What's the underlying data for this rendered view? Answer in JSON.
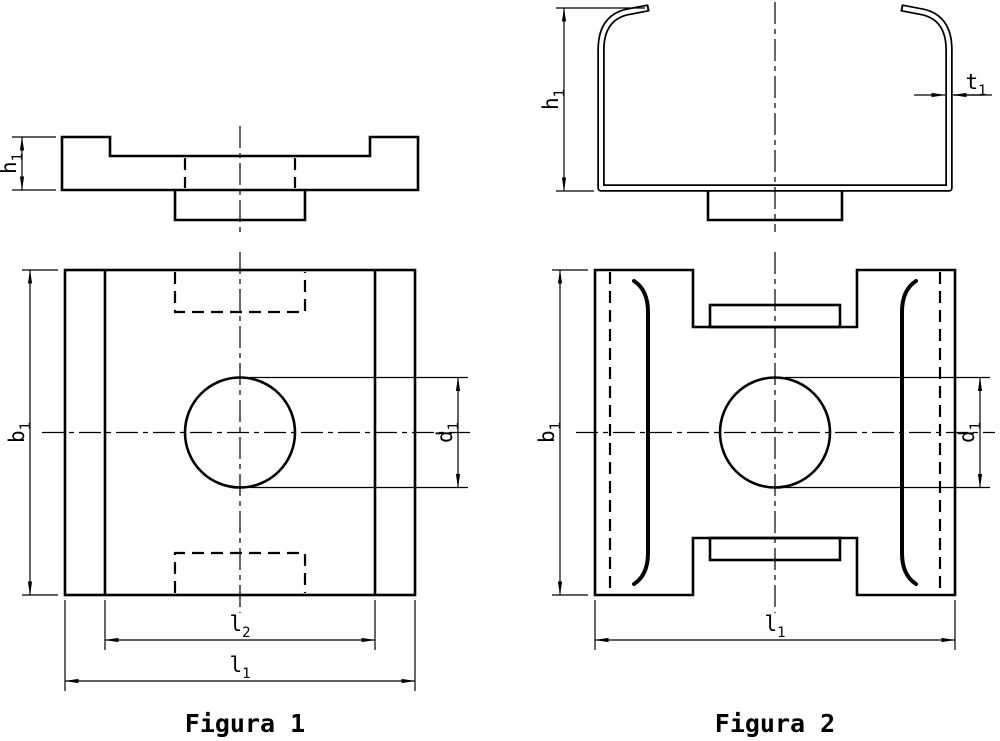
{
  "page": {
    "background": "#ffffff",
    "line_color": "#000000"
  },
  "figure1": {
    "caption": "Figura 1",
    "dimensions": {
      "h1": {
        "base": "h",
        "sub": "1"
      },
      "b1": {
        "base": "b",
        "sub": "1"
      },
      "d1": {
        "base": "d",
        "sub": "1"
      },
      "l2": {
        "base": "l",
        "sub": "2"
      },
      "l1": {
        "base": "l",
        "sub": "1"
      }
    }
  },
  "figure2": {
    "caption": "Figura 2",
    "dimensions": {
      "h1": {
        "base": "h",
        "sub": "1"
      },
      "t1": {
        "base": "t",
        "sub": "1"
      },
      "b1": {
        "base": "b",
        "sub": "1"
      },
      "d1": {
        "base": "d",
        "sub": "1"
      },
      "l1": {
        "base": "l",
        "sub": "1"
      }
    }
  }
}
